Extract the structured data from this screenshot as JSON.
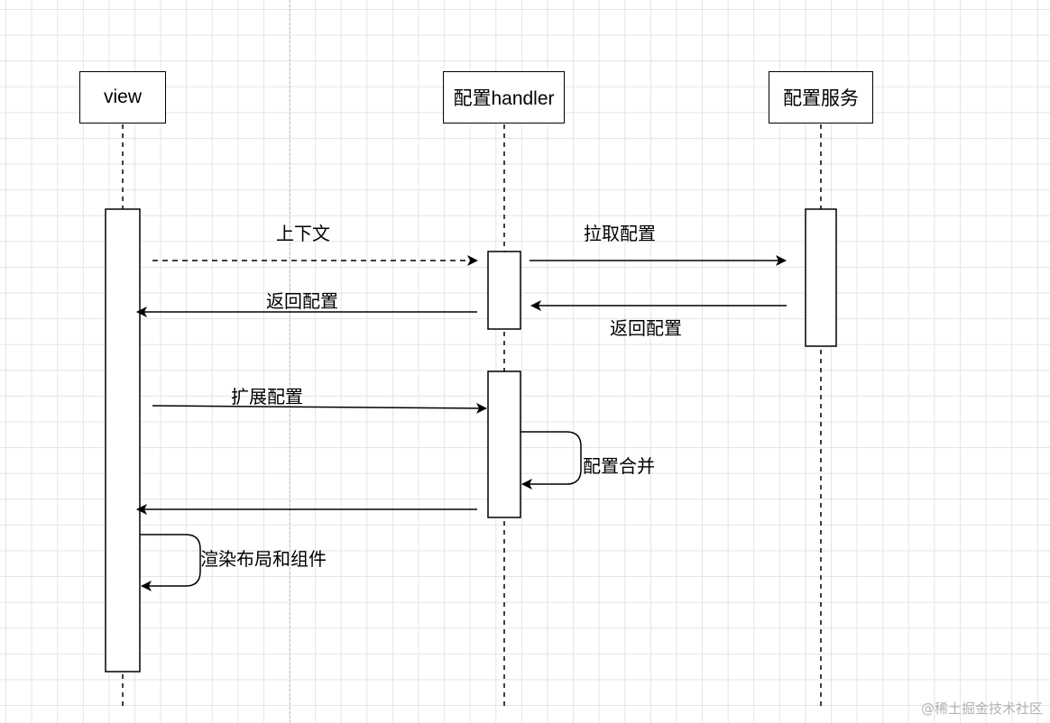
{
  "participants": {
    "view": "view",
    "handler": "配置handler",
    "service": "配置服务"
  },
  "messages": {
    "context": "上下文",
    "pull_config": "拉取配置",
    "return_config_to_view": "返回配置",
    "return_config_from_service": "返回配置",
    "extend_config": "扩展配置",
    "merge_config": "配置合并",
    "render_layout": "渲染布局和组件"
  },
  "watermark": "@稀土掘金技术社区",
  "colors": {
    "line": "#000000",
    "grid": "#e4e4e4",
    "divider": "#c2c2c2",
    "watermark": "#b3b3b3"
  }
}
